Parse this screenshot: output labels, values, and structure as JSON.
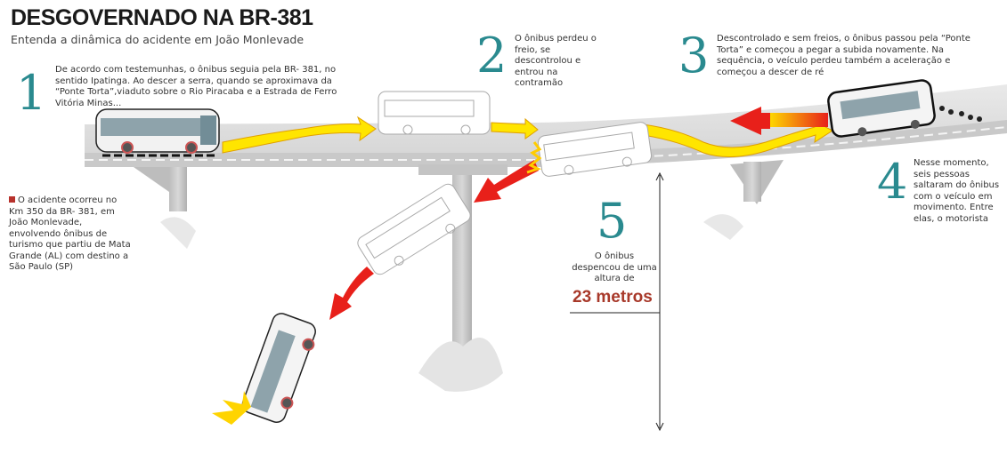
{
  "header": {
    "title": "DESGOVERNADO NA BR-381",
    "subtitle": "Entenda a dinâmica do acidente em João Monlevade"
  },
  "steps": [
    {
      "number": "1",
      "text": "De acordo com testemunhas, o ônibus seguia pela BR- 381, no sentido Ipatinga. Ao descer a serra, quando se aproximava da “Ponte Torta”,viaduto sobre o Rio Piracaba e a Estrada de Ferro Vitória Minas..."
    },
    {
      "number": "2",
      "text": "O ônibus perdeu o freio, se descontrolou e entrou na contramão"
    },
    {
      "number": "3",
      "text": "Descontrolado e sem freios, o ônibus passou pela “Ponte Torta” e começou a pegar a subida novamente. Na sequência, o veículo perdeu também a aceleração e começou a descer de ré"
    },
    {
      "number": "4",
      "text": "Nesse momento, seis pessoas saltaram do ônibus com o veículo em movimento. Entre elas, o motorista"
    },
    {
      "number": "5",
      "text": "O ônibus despencou de uma altura de",
      "highlight": "23 metros"
    }
  ],
  "note": {
    "text": "O acidente ocorreu no Km 350 da BR- 381, em João Monlevade, envolvendo ônibus de turismo que partiu de Mata Grande (AL) com destino a São Paulo (SP)"
  },
  "colors": {
    "accent_teal": "#2a8a8f",
    "highlight_red": "#a8392a",
    "arrow_yellow": "#ffe500",
    "arrow_red": "#e8201a"
  }
}
